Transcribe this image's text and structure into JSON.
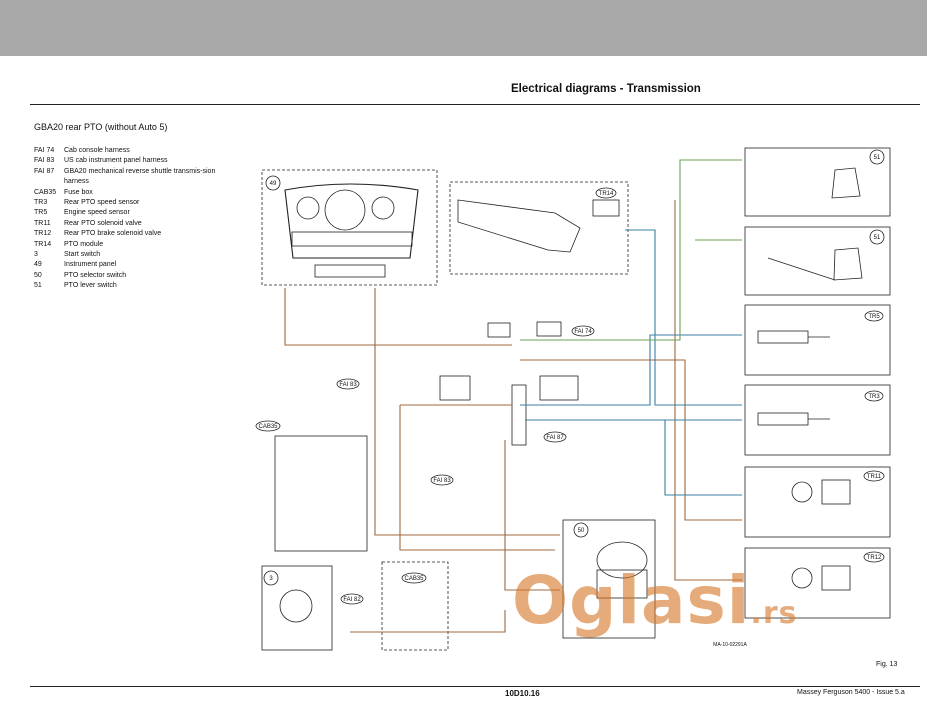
{
  "header": {
    "title": "Electrical diagrams - Transmission"
  },
  "section_title": "GBA20 rear PTO (without Auto 5)",
  "legend": [
    {
      "code": "FAI 74",
      "desc": "Cab console harness"
    },
    {
      "code": "FAI 83",
      "desc": "US cab instrument panel harness"
    },
    {
      "code": "FAI 87",
      "desc": "GBA20 mechanical reverse shuttle transmis-sion harness"
    },
    {
      "code": "CAB35",
      "desc": "Fuse box"
    },
    {
      "code": "TR3",
      "desc": "Rear PTO speed sensor"
    },
    {
      "code": "TR5",
      "desc": "Engine speed sensor"
    },
    {
      "code": "TR11",
      "desc": "Rear PTO solenoid valve"
    },
    {
      "code": "TR12",
      "desc": "Rear PTO brake solenoid valve"
    },
    {
      "code": "TR14",
      "desc": "PTO module"
    },
    {
      "code": "3",
      "desc": "Start switch"
    },
    {
      "code": "49",
      "desc": "Instrument panel"
    },
    {
      "code": "50",
      "desc": "PTO selector switch"
    },
    {
      "code": "51",
      "desc": "PTO lever switch"
    }
  ],
  "diagram": {
    "components": {
      "c49": "49",
      "tr14": "TR14",
      "c51a": "51",
      "c51b": "51",
      "tr5": "TR5",
      "tr3": "TR3",
      "tr11": "TR11",
      "tr12": "TR12",
      "c50": "50",
      "c3": "3",
      "cab35a": "CAB35",
      "cab35b": "CAB35"
    },
    "harness_labels": {
      "fai74": "FAI 74",
      "fai83a": "FAI 83",
      "fai83b": "FAI 83",
      "fai87": "FAI 87",
      "fai82": "FAI 82"
    },
    "part_number": "MA-10-02291A"
  },
  "fig_label": "Fig. 13",
  "footer": {
    "page": "10D10.16",
    "publication": "Massey Ferguson 5400 - Issue 5.a"
  },
  "watermark": {
    "main": "Oglasi",
    "suffix": ".rs"
  },
  "colors": {
    "brown_wire": "#a0683e",
    "blue_wire": "#3b7fa6",
    "green_wire": "#6aa35a",
    "watermark": "#d7782a"
  }
}
